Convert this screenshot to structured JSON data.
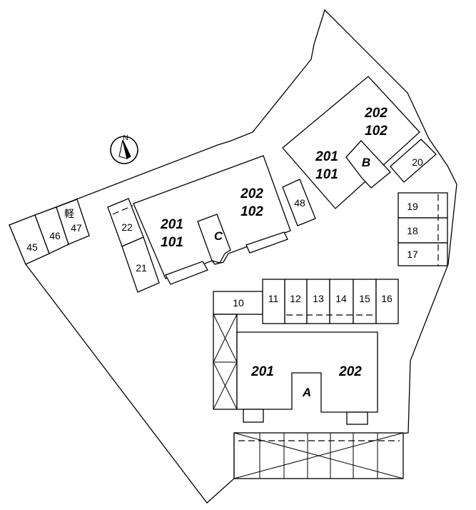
{
  "compass": {
    "label": "N"
  },
  "kei_label": "軽",
  "parking": {
    "p10": "10",
    "p11": "11",
    "p12": "12",
    "p13": "13",
    "p14": "14",
    "p15": "15",
    "p16": "16",
    "p17": "17",
    "p18": "18",
    "p19": "19",
    "p20": "20",
    "p21": "21",
    "p22": "22",
    "p45": "45",
    "p46": "46",
    "p47": "47",
    "p48": "48"
  },
  "buildings": {
    "a": {
      "name": "A",
      "room_left": "201",
      "room_right": "202"
    },
    "b": {
      "name": "B",
      "room_202": "202",
      "room_102": "102",
      "room_201": "201",
      "room_101": "101"
    },
    "c": {
      "name": "C",
      "room_202": "202",
      "room_102": "102",
      "room_201": "201",
      "room_101": "101"
    }
  }
}
